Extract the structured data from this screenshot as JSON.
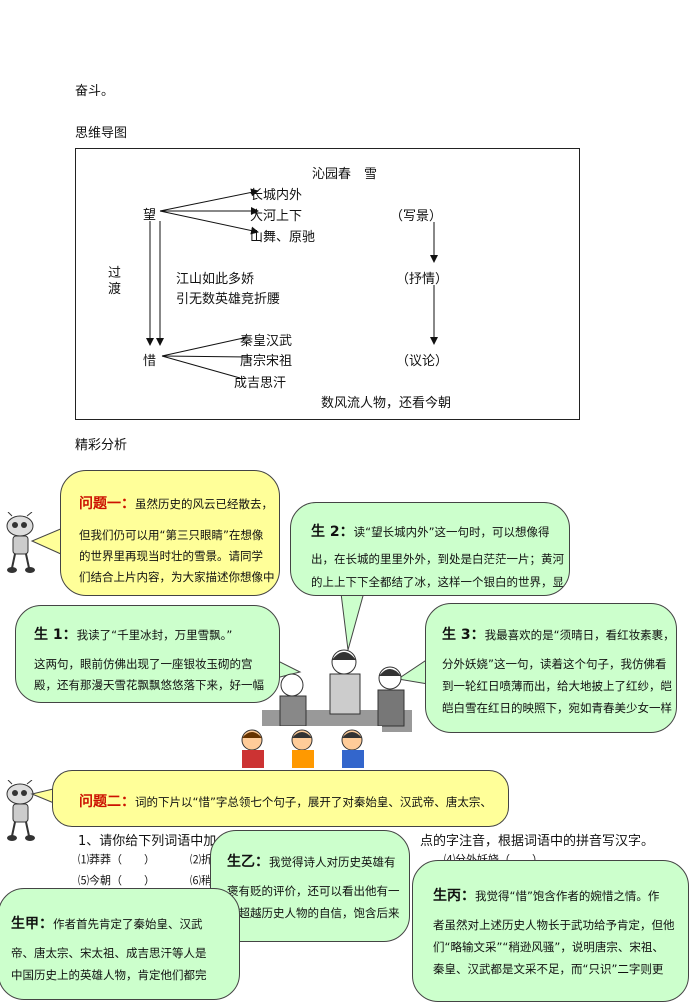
{
  "top_text": "奋斗。",
  "mindmap_title": "思维导图",
  "mindmap": {
    "poem_title": "沁园春　雪",
    "wang": "望",
    "wang_items": [
      "长城内外",
      "大河上下",
      "山舞、原驰"
    ],
    "xie_jing": "（写景）",
    "guodu": "过渡",
    "mid_lines": [
      "江山如此多娇",
      "引无数英雄竞折腰"
    ],
    "shu_qing": "（抒情）",
    "xi": "惜",
    "xi_items": [
      "秦皇汉武",
      "唐宗宋祖",
      "成吉思汗"
    ],
    "yi_lun": "（议论）",
    "ending": "数风流人物，还看今朝"
  },
  "analysis_title": "精彩分析",
  "q1": {
    "label": "问题一：",
    "lines": [
      "虽然历史的风云已经散去，",
      "但我们仍可以用“第三只眼睛”在想像",
      "的世界里再现当时壮的雪景。请同学",
      "们结合上片内容，为大家描述你想像中"
    ]
  },
  "s2": {
    "label": "生 2：",
    "lines": [
      "读“望长城内外”这一句时，可以想像得",
      "出，在长城的里里外外，到处是白茫茫一片；黄河",
      "的上上下下全都结了冰，这样一个银白的世界，显"
    ]
  },
  "s1": {
    "label": "生 1：",
    "lines": [
      "我读了“千里冰封，万里雪飘。”",
      "这两句，眼前仿佛出现了一座银妆玉砌的宫",
      "殿，还有那漫天雪花飘飘悠悠落下来，好一幅"
    ]
  },
  "s3": {
    "label": "生 3：",
    "lines": [
      "我最喜欢的是“须晴日，看红妆素裹，",
      "分外妖娆”这一句，读着这个句子，我仿佛看",
      "到一轮红日喷薄而出，给大地披上了红纱，皑",
      "皑白雪在红日的映照下，宛如青春美少女一样"
    ]
  },
  "q2": {
    "label": "问题二：",
    "lines": [
      "词的下片以“惜”字总领七个句子，展开了对秦始皇、汉武帝、唐太宗、"
    ]
  },
  "exercise": {
    "line1": "1、请你给下列词语中加",
    "line1b": "点的字注音，根据词语中的拼音写汉字。",
    "items": [
      "⑴莽莽（　　）",
      "⑵折",
      "⑸今朝（　　）",
      "⑹稍",
      "⑷分外妖娆（　　）"
    ]
  },
  "sy": {
    "label": "生乙：",
    "lines": [
      "我觉得诗人对历史英雄有",
      "褒有贬的评价，还可以看出他有一",
      "种超越历史人物的自信，饱含后来"
    ]
  },
  "sj": {
    "label": "生甲：",
    "lines": [
      "作者首先肯定了秦始皇、汉武",
      "帝、唐太宗、宋太祖、成吉思汗等人是",
      "中国历史上的英雄人物，肯定他们都完"
    ]
  },
  "sb": {
    "label": "生丙：",
    "lines": [
      "我觉得“惜”饱含作者的婉惜之情。作",
      "者虽然对上述历史人物长于武功给予肯定，但他",
      "们“略输文采”“稍逊风骚”，说明唐宗、宋祖、",
      "秦皇、汉武都是文采不足，而“只识”二字则更"
    ]
  },
  "colors": {
    "yellow": "#ffff99",
    "green": "#ccffcc",
    "red": "#cc1100"
  }
}
